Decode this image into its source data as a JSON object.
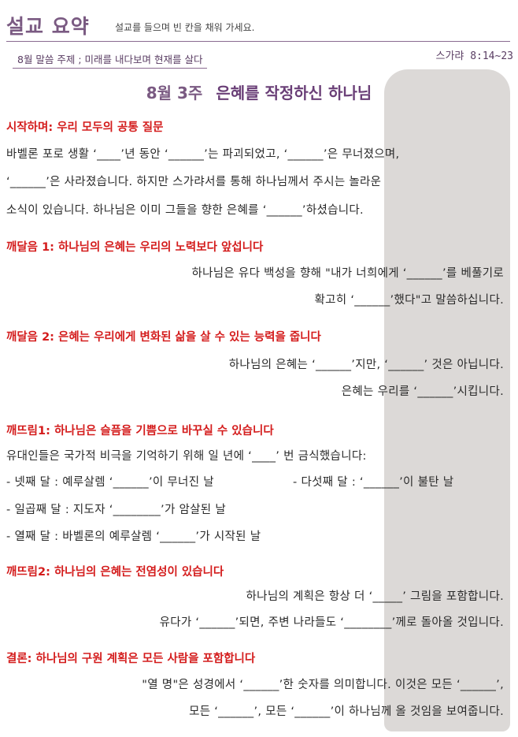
{
  "header": {
    "title": "설교 요약",
    "subtitle": "설교를 들으며 빈 칸을 채워 가세요."
  },
  "theme": "8월 말씀 주제 ; 미래를 내다보며 현재를 살다",
  "scripture": "스가랴 8:14~23",
  "sermon": {
    "week": "8월 3주",
    "title": "은혜를 작정하신 하나님"
  },
  "sections": {
    "intro": {
      "heading": "시작하며: 우리 모두의 공통 질문",
      "lines": [
        "바벨론 포로 생활 ‘____’년 동안 ‘______’는 파괴되었고, ‘______’은 무너졌으며,",
        "‘______’은 사라졌습니다. 하지만 스가랴서를 통해 하나님께서 주시는 놀라운",
        "소식이 있습니다. 하나님은 이미 그들을 향한 은혜를 ‘______’하셨습니다."
      ]
    },
    "insight1": {
      "heading": "깨달음 1: 하나님의 은혜는 우리의 노력보다 앞섭니다",
      "lines": [
        "하나님은 유다 백성을 향해 \"내가 너희에게 ‘______’를 베풀기로",
        "확고히 ‘______’했다\"고 말씀하십니다."
      ]
    },
    "insight2": {
      "heading": "깨달음 2: 은혜는 우리에게 변화된 삶을 살 수 있는 능력을 줍니다",
      "lines": [
        "하나님의 은혜는 ‘______’지만, ‘______’ 것은 아닙니다.",
        "은혜는 우리를 ‘______’시킵니다."
      ]
    },
    "realize1": {
      "heading": "깨뜨림1: 하나님은 슬픔을 기쁨으로 바꾸실 수 있습니다",
      "lines": [
        "유대인들은 국가적 비극을 기억하기 위해 일 년에 ‘____’ 번 금식했습니다:",
        "- 넷째 달 : 예루살렘 ‘______’이 무너진 날",
        "- 다섯째 달 : ‘______’이 불탄 날",
        "- 일곱째 달 : 지도자 ‘________’가 암살된 날",
        "- 열째 달 : 바벨론의 예루살렘 ‘______’가 시작된 날"
      ]
    },
    "realize2": {
      "heading": "깨뜨림2: 하나님의 은혜는 전염성이 있습니다",
      "lines": [
        "하나님의 계획은 항상 더 ‘_____’ 그림을 포함합니다.",
        "유다가 ‘______’되면, 주변 나라들도 ‘________’께로 돌아올 것입니다."
      ]
    },
    "conclusion": {
      "heading": "결론: 하나님의 구원 계획은 모든 사람을 포함합니다",
      "lines": [
        "\"열 명\"은 성경에서 ‘______’한 숫자를 의미합니다.  이것은 모든 ‘______’,",
        "모든 ‘______’, 모든 ‘______’이 하나님께 올 것임을 보여줍니다."
      ]
    }
  }
}
